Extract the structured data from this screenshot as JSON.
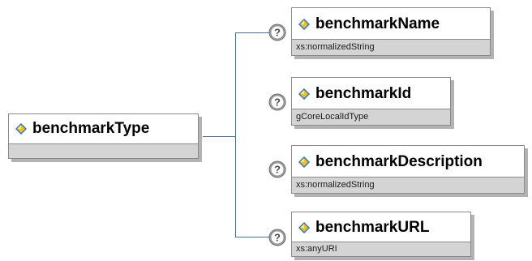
{
  "root": {
    "name": "benchmarkType",
    "icon": "element-icon"
  },
  "children": [
    {
      "name": "benchmarkName",
      "type": "xs:normalizedString",
      "icon": "element-icon",
      "badge": "help-icon"
    },
    {
      "name": "benchmarkId",
      "type": "gCoreLocalIdType",
      "icon": "element-icon",
      "badge": "help-icon"
    },
    {
      "name": "benchmarkDescription",
      "type": "xs:normalizedString",
      "icon": "element-icon",
      "badge": "help-icon"
    },
    {
      "name": "benchmarkURL",
      "type": "xs:anyURI",
      "icon": "element-icon",
      "badge": "help-icon"
    }
  ],
  "colors": {
    "connector": "#4a6f9c",
    "help_badge": "#8e8e8e",
    "type_band": "#d4d4d4",
    "icon_blue": "#2b73c9",
    "icon_yellow": "#f2c218"
  }
}
